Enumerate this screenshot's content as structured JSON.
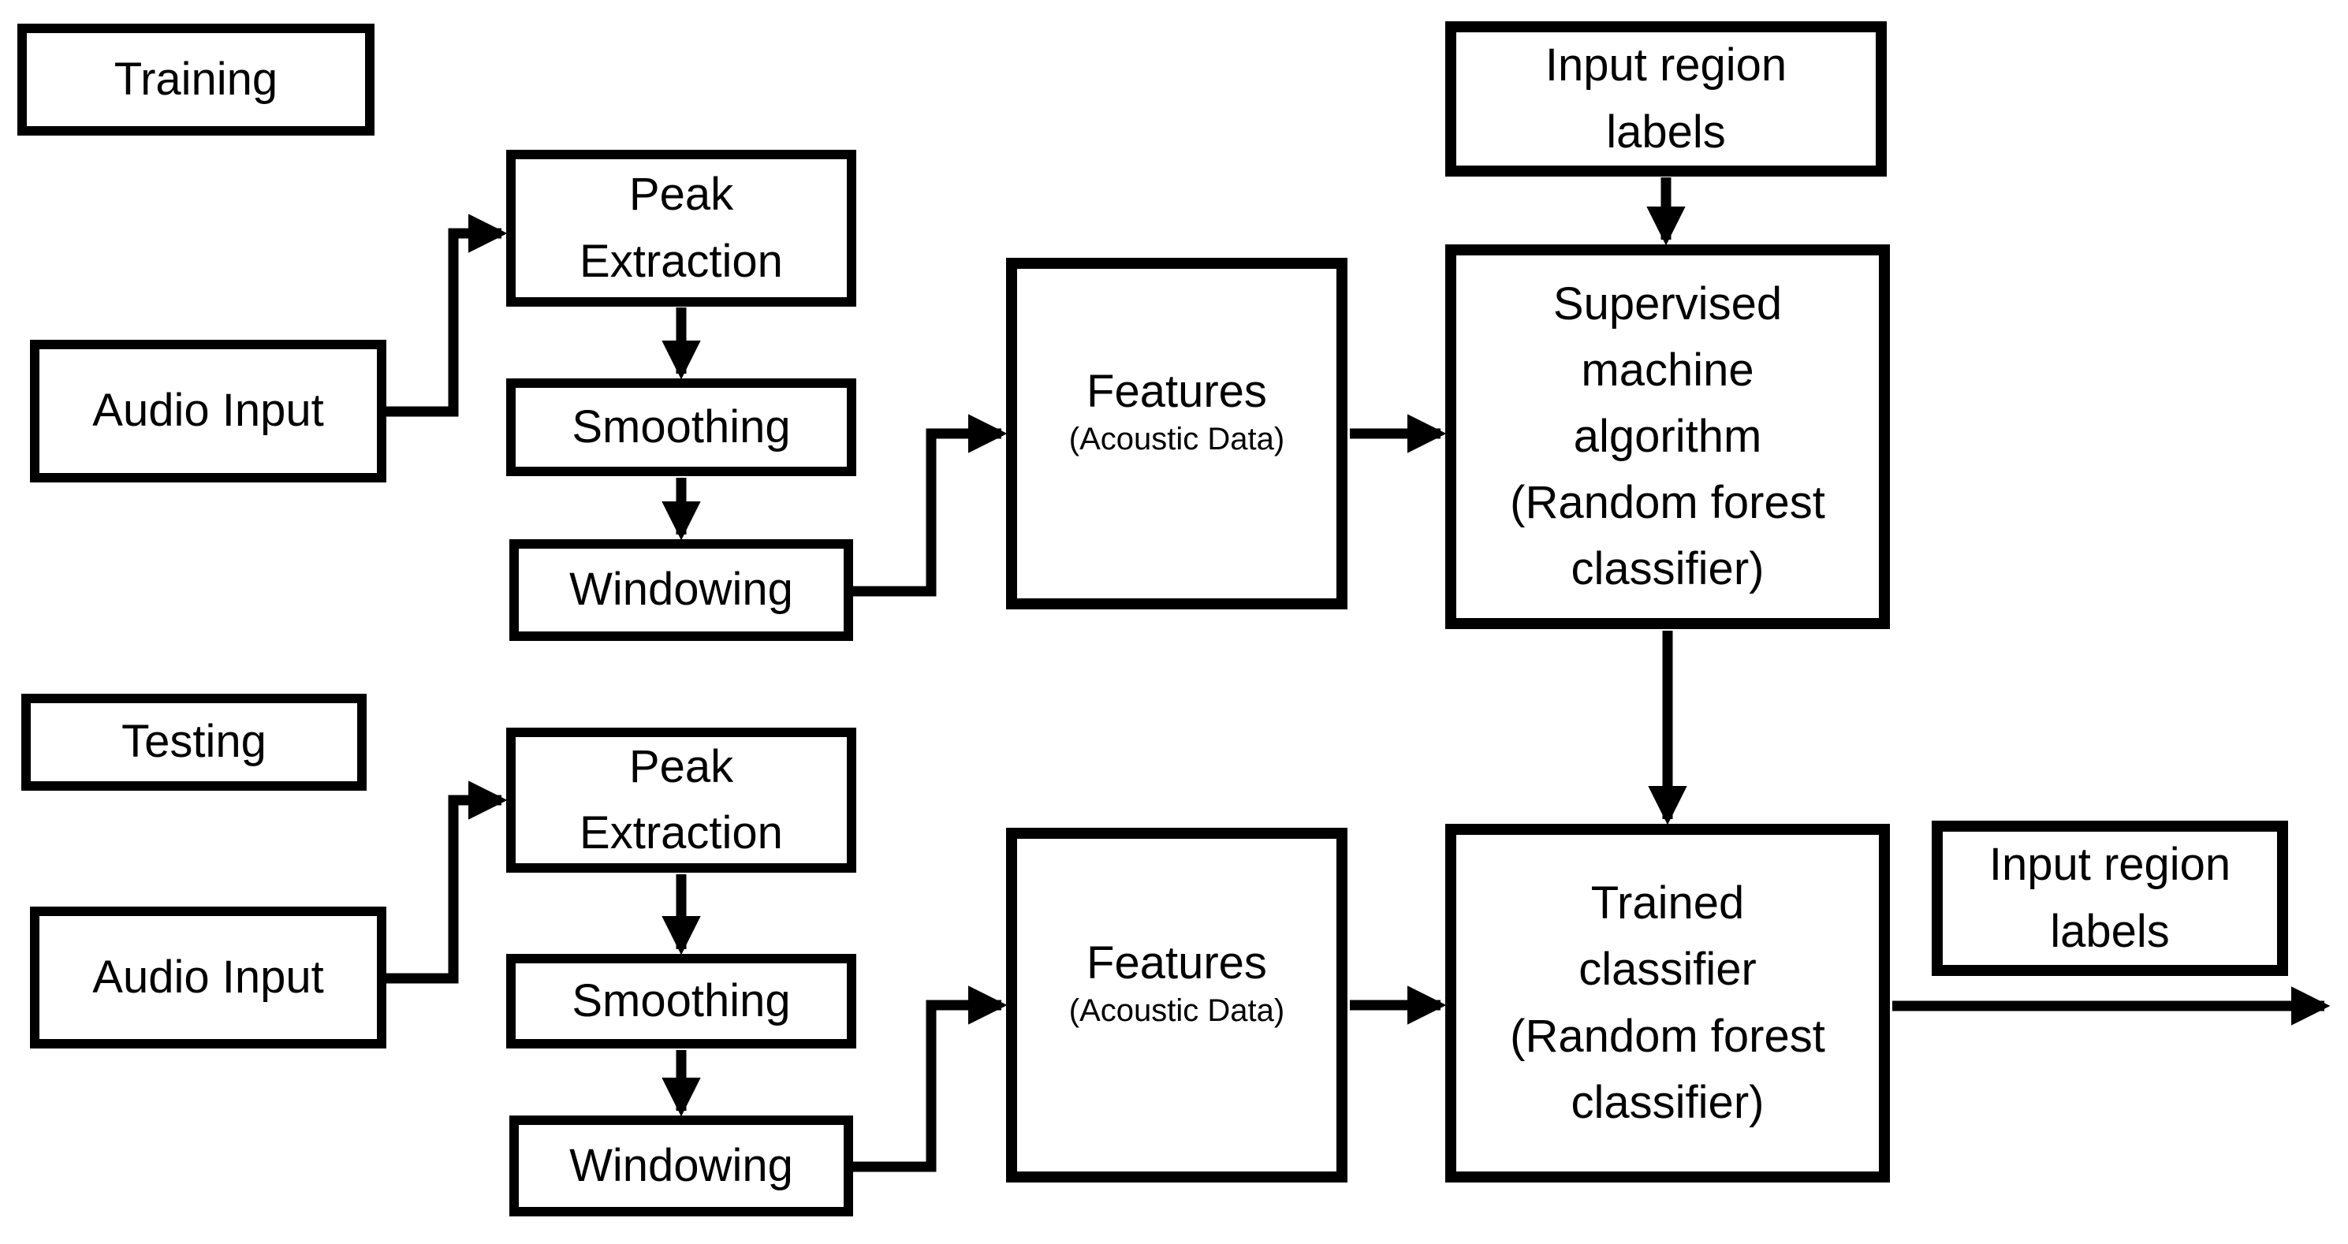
{
  "diagram": {
    "type": "flowchart",
    "description": "Audio classification pipeline with training and testing phases feeding a random forest classifier",
    "colors": {
      "background": "#ffffff",
      "box_border": "#000000",
      "arrow": "#000000",
      "text": "#000000"
    },
    "pipelines": [
      {
        "section_label": "Training",
        "audio_input": "Audio Input",
        "peak_extraction": "Peak\nExtraction",
        "smoothing": "Smoothing",
        "windowing": "Windowing",
        "features_label": "Features",
        "features_sublabel": "(Acoustic Data)",
        "classifier": "Supervised\nmachine\nalgorithm\n(Random forest\nclassifier)",
        "region_labels": "Input region\nlabels"
      },
      {
        "section_label": "Testing",
        "audio_input": "Audio Input",
        "peak_extraction": "Peak\nExtraction",
        "smoothing": "Smoothing",
        "windowing": "Windowing",
        "features_label": "Features",
        "features_sublabel": "(Acoustic Data)",
        "classifier": "Trained\nclassifier\n(Random forest\nclassifier)",
        "region_labels": "Input region\nlabels"
      }
    ],
    "edges": [
      "training: Audio Input -> Peak Extraction",
      "training: Peak Extraction -> Smoothing",
      "training: Smoothing -> Windowing",
      "training: Windowing -> Features",
      "training: Features -> Supervised machine algorithm",
      "training: Input region labels -> Supervised machine algorithm",
      "Supervised machine algorithm -> Trained classifier",
      "testing: Audio Input -> Peak Extraction",
      "testing: Peak Extraction -> Smoothing",
      "testing: Smoothing -> Windowing",
      "testing: Windowing -> Features",
      "testing: Features -> Trained classifier",
      "testing: Trained classifier -> Input region labels (output)"
    ]
  }
}
